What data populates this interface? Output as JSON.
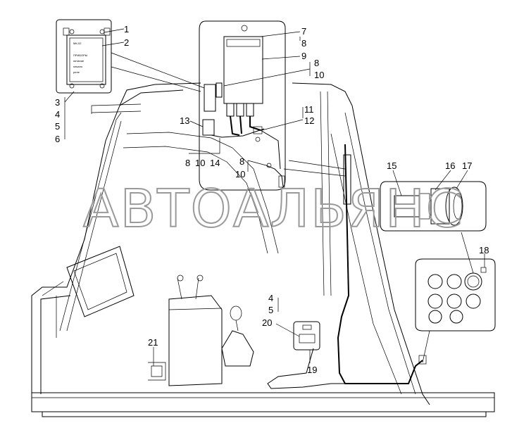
{
  "diagram": {
    "callouts": [
      "1",
      "2",
      "3",
      "4",
      "5",
      "6",
      "7",
      "8",
      "9",
      "8",
      "10",
      "8",
      "10",
      "14",
      "11",
      "12",
      "13",
      "8",
      "10",
      "15",
      "16",
      "17",
      "18",
      "4",
      "5",
      "20",
      "19",
      "21"
    ],
    "box_label_title": "МК-02",
    "box_label_lines": [
      "ПРИБОРЫ",
      "питание",
      "начало",
      "реле"
    ],
    "watermark": "АВТОАЛЬЯНС"
  }
}
